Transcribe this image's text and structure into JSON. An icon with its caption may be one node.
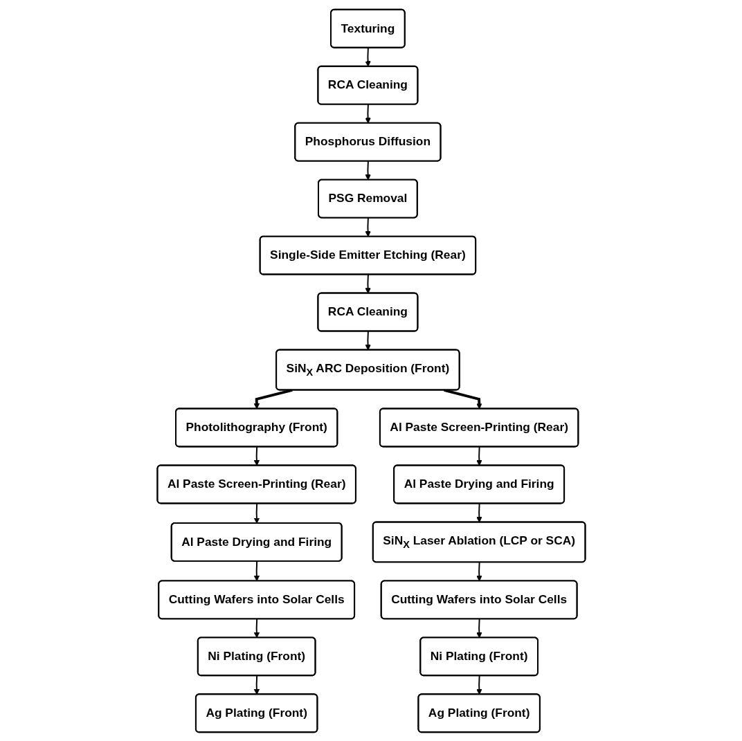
{
  "diagram": {
    "nodes": [
      {
        "text": [
          "Texturing"
        ]
      },
      {
        "text": [
          "RCA Cleaning"
        ]
      },
      {
        "text": [
          "Phosphorus Diffusion"
        ]
      },
      {
        "text": [
          "PSG Removal"
        ]
      },
      {
        "text": [
          "Single-Side Emitter Etching (Rear)"
        ]
      },
      {
        "text": [
          "RCA Cleaning"
        ]
      },
      {
        "text": [
          "SiN$_{X}$ ARC Deposition (Front)"
        ]
      },
      {
        "text": [
          "Photolithography (Front)"
        ]
      },
      {
        "text": [
          "Al Paste Screen-Printing (Rear)"
        ]
      },
      {
        "text": [
          "Al Paste Drying and Firing"
        ]
      },
      {
        "text": [
          "Cutting Wafers into Solar Cells"
        ]
      },
      {
        "text": [
          "Ni Plating (Front)"
        ]
      },
      {
        "text": [
          "Ag Plating (Front)"
        ]
      },
      {
        "text": [
          "Al Paste Screen-Printing (Rear)"
        ]
      },
      {
        "text": [
          "Al Paste Drying and Firing"
        ]
      },
      {
        "text": [
          "SiN$_{X}$ Laser Ablation (LCP or SCA)"
        ]
      },
      {
        "text": [
          "Cutting Wafers into Solar Cells"
        ]
      },
      {
        "text": [
          "Ni Plating (Front)"
        ]
      },
      {
        "text": [
          "Ag Plating (Front)"
        ]
      }
    ],
    "edges": [
      {
        "from": 0,
        "to": 1,
        "arrow": "to"
      },
      {
        "from": 1,
        "to": 2,
        "arrow": "to"
      },
      {
        "from": 2,
        "to": 3,
        "arrow": "to"
      },
      {
        "from": 3,
        "to": 4,
        "arrow": "to"
      },
      {
        "from": 4,
        "to": 5,
        "arrow": "to"
      },
      {
        "from": 5,
        "to": 6,
        "arrow": "to"
      },
      {
        "from": 6,
        "to": 7,
        "arrow": "to",
        "style": "thick"
      },
      {
        "from": 6,
        "to": 13,
        "arrow": "to",
        "style": "thick"
      },
      {
        "from": 7,
        "to": 8,
        "arrow": "to"
      },
      {
        "from": 8,
        "to": 9,
        "arrow": "to"
      },
      {
        "from": 9,
        "to": 10,
        "arrow": "to"
      },
      {
        "from": 10,
        "to": 11,
        "arrow": "to"
      },
      {
        "from": 11,
        "to": 12,
        "arrow": "to"
      },
      {
        "from": 13,
        "to": 14,
        "arrow": "to"
      },
      {
        "from": 14,
        "to": 15,
        "arrow": "to"
      },
      {
        "from": 15,
        "to": 16,
        "arrow": "to"
      },
      {
        "from": 16,
        "to": 17,
        "arrow": "to"
      },
      {
        "from": 17,
        "to": 18,
        "arrow": "to"
      }
    ]
  }
}
